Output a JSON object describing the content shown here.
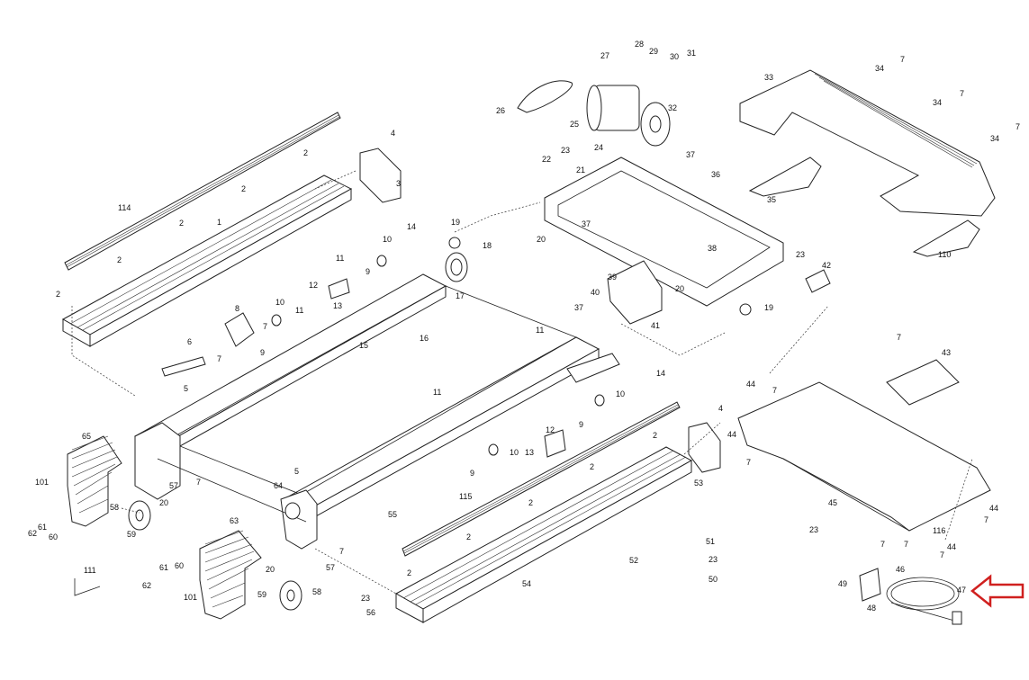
{
  "colors": {
    "line": "#222222",
    "highlight_arrow": "#d0201f",
    "background": "#ffffff"
  },
  "callouts": [
    {
      "id": "c1",
      "text": "1"
    },
    {
      "id": "c2a",
      "text": "2"
    },
    {
      "id": "c2b",
      "text": "2"
    },
    {
      "id": "c2c",
      "text": "2"
    },
    {
      "id": "c2d",
      "text": "2"
    },
    {
      "id": "c2e",
      "text": "2"
    },
    {
      "id": "c2f",
      "text": "2"
    },
    {
      "id": "c2g",
      "text": "2"
    },
    {
      "id": "c2h",
      "text": "2"
    },
    {
      "id": "c2i",
      "text": "2"
    },
    {
      "id": "c2j",
      "text": "2"
    },
    {
      "id": "c3",
      "text": "3"
    },
    {
      "id": "c4a",
      "text": "4"
    },
    {
      "id": "c4b",
      "text": "4"
    },
    {
      "id": "c5a",
      "text": "5"
    },
    {
      "id": "c5b",
      "text": "5"
    },
    {
      "id": "c6",
      "text": "6"
    },
    {
      "id": "c7a",
      "text": "7"
    },
    {
      "id": "c7b",
      "text": "7"
    },
    {
      "id": "c7c",
      "text": "7"
    },
    {
      "id": "c7d",
      "text": "7"
    },
    {
      "id": "c7e",
      "text": "7"
    },
    {
      "id": "c7f",
      "text": "7"
    },
    {
      "id": "c7g",
      "text": "7"
    },
    {
      "id": "c7h",
      "text": "7"
    },
    {
      "id": "c7i",
      "text": "7"
    },
    {
      "id": "c7j",
      "text": "7"
    },
    {
      "id": "c7k",
      "text": "7"
    },
    {
      "id": "c7l",
      "text": "7"
    },
    {
      "id": "c7m",
      "text": "7"
    },
    {
      "id": "c7n",
      "text": "7"
    },
    {
      "id": "c8",
      "text": "8"
    },
    {
      "id": "c9a",
      "text": "9"
    },
    {
      "id": "c9b",
      "text": "9"
    },
    {
      "id": "c9c",
      "text": "9"
    },
    {
      "id": "c9d",
      "text": "9"
    },
    {
      "id": "c10a",
      "text": "10"
    },
    {
      "id": "c10b",
      "text": "10"
    },
    {
      "id": "c10c",
      "text": "10"
    },
    {
      "id": "c10d",
      "text": "10"
    },
    {
      "id": "c11a",
      "text": "11"
    },
    {
      "id": "c11b",
      "text": "11"
    },
    {
      "id": "c11c",
      "text": "11"
    },
    {
      "id": "c11d",
      "text": "11"
    },
    {
      "id": "c12a",
      "text": "12"
    },
    {
      "id": "c12b",
      "text": "12"
    },
    {
      "id": "c13a",
      "text": "13"
    },
    {
      "id": "c13b",
      "text": "13"
    },
    {
      "id": "c14a",
      "text": "14"
    },
    {
      "id": "c14b",
      "text": "14"
    },
    {
      "id": "c15",
      "text": "15"
    },
    {
      "id": "c16",
      "text": "16"
    },
    {
      "id": "c17",
      "text": "17"
    },
    {
      "id": "c18",
      "text": "18"
    },
    {
      "id": "c19a",
      "text": "19"
    },
    {
      "id": "c19b",
      "text": "19"
    },
    {
      "id": "c20a",
      "text": "20"
    },
    {
      "id": "c20b",
      "text": "20"
    },
    {
      "id": "c20c",
      "text": "20"
    },
    {
      "id": "c20d",
      "text": "20"
    },
    {
      "id": "c21",
      "text": "21"
    },
    {
      "id": "c22",
      "text": "22"
    },
    {
      "id": "c23a",
      "text": "23"
    },
    {
      "id": "c23b",
      "text": "23"
    },
    {
      "id": "c23c",
      "text": "23"
    },
    {
      "id": "c23d",
      "text": "23"
    },
    {
      "id": "c23e",
      "text": "23"
    },
    {
      "id": "c24",
      "text": "24"
    },
    {
      "id": "c25",
      "text": "25"
    },
    {
      "id": "c26",
      "text": "26"
    },
    {
      "id": "c27",
      "text": "27"
    },
    {
      "id": "c28",
      "text": "28"
    },
    {
      "id": "c29",
      "text": "29"
    },
    {
      "id": "c30",
      "text": "30"
    },
    {
      "id": "c31",
      "text": "31"
    },
    {
      "id": "c32",
      "text": "32"
    },
    {
      "id": "c33",
      "text": "33"
    },
    {
      "id": "c34a",
      "text": "34"
    },
    {
      "id": "c34b",
      "text": "34"
    },
    {
      "id": "c34c",
      "text": "34"
    },
    {
      "id": "c35",
      "text": "35"
    },
    {
      "id": "c36",
      "text": "36"
    },
    {
      "id": "c37a",
      "text": "37"
    },
    {
      "id": "c37b",
      "text": "37"
    },
    {
      "id": "c37c",
      "text": "37"
    },
    {
      "id": "c38",
      "text": "38"
    },
    {
      "id": "c39",
      "text": "39"
    },
    {
      "id": "c40",
      "text": "40"
    },
    {
      "id": "c41",
      "text": "41"
    },
    {
      "id": "c42",
      "text": "42"
    },
    {
      "id": "c43",
      "text": "43"
    },
    {
      "id": "c44a",
      "text": "44"
    },
    {
      "id": "c44b",
      "text": "44"
    },
    {
      "id": "c44c",
      "text": "44"
    },
    {
      "id": "c44d",
      "text": "44"
    },
    {
      "id": "c45",
      "text": "45"
    },
    {
      "id": "c46",
      "text": "46"
    },
    {
      "id": "c47",
      "text": "47"
    },
    {
      "id": "c48",
      "text": "48"
    },
    {
      "id": "c49",
      "text": "49"
    },
    {
      "id": "c50",
      "text": "50"
    },
    {
      "id": "c51",
      "text": "51"
    },
    {
      "id": "c52",
      "text": "52"
    },
    {
      "id": "c53",
      "text": "53"
    },
    {
      "id": "c54",
      "text": "54"
    },
    {
      "id": "c55",
      "text": "55"
    },
    {
      "id": "c56",
      "text": "56"
    },
    {
      "id": "c57a",
      "text": "57"
    },
    {
      "id": "c57b",
      "text": "57"
    },
    {
      "id": "c58a",
      "text": "58"
    },
    {
      "id": "c58b",
      "text": "58"
    },
    {
      "id": "c59a",
      "text": "59"
    },
    {
      "id": "c59b",
      "text": "59"
    },
    {
      "id": "c60a",
      "text": "60"
    },
    {
      "id": "c60b",
      "text": "60"
    },
    {
      "id": "c61a",
      "text": "61"
    },
    {
      "id": "c61b",
      "text": "61"
    },
    {
      "id": "c62a",
      "text": "62"
    },
    {
      "id": "c62b",
      "text": "62"
    },
    {
      "id": "c63",
      "text": "63"
    },
    {
      "id": "c64",
      "text": "64"
    },
    {
      "id": "c65",
      "text": "65"
    },
    {
      "id": "c101a",
      "text": "101"
    },
    {
      "id": "c101b",
      "text": "101"
    },
    {
      "id": "c110",
      "text": "110"
    },
    {
      "id": "c111",
      "text": "111"
    },
    {
      "id": "c114",
      "text": "114"
    },
    {
      "id": "c115",
      "text": "115"
    },
    {
      "id": "c116",
      "text": "116"
    }
  ],
  "highlight": {
    "target": "47",
    "icon": "arrow-left-icon"
  }
}
